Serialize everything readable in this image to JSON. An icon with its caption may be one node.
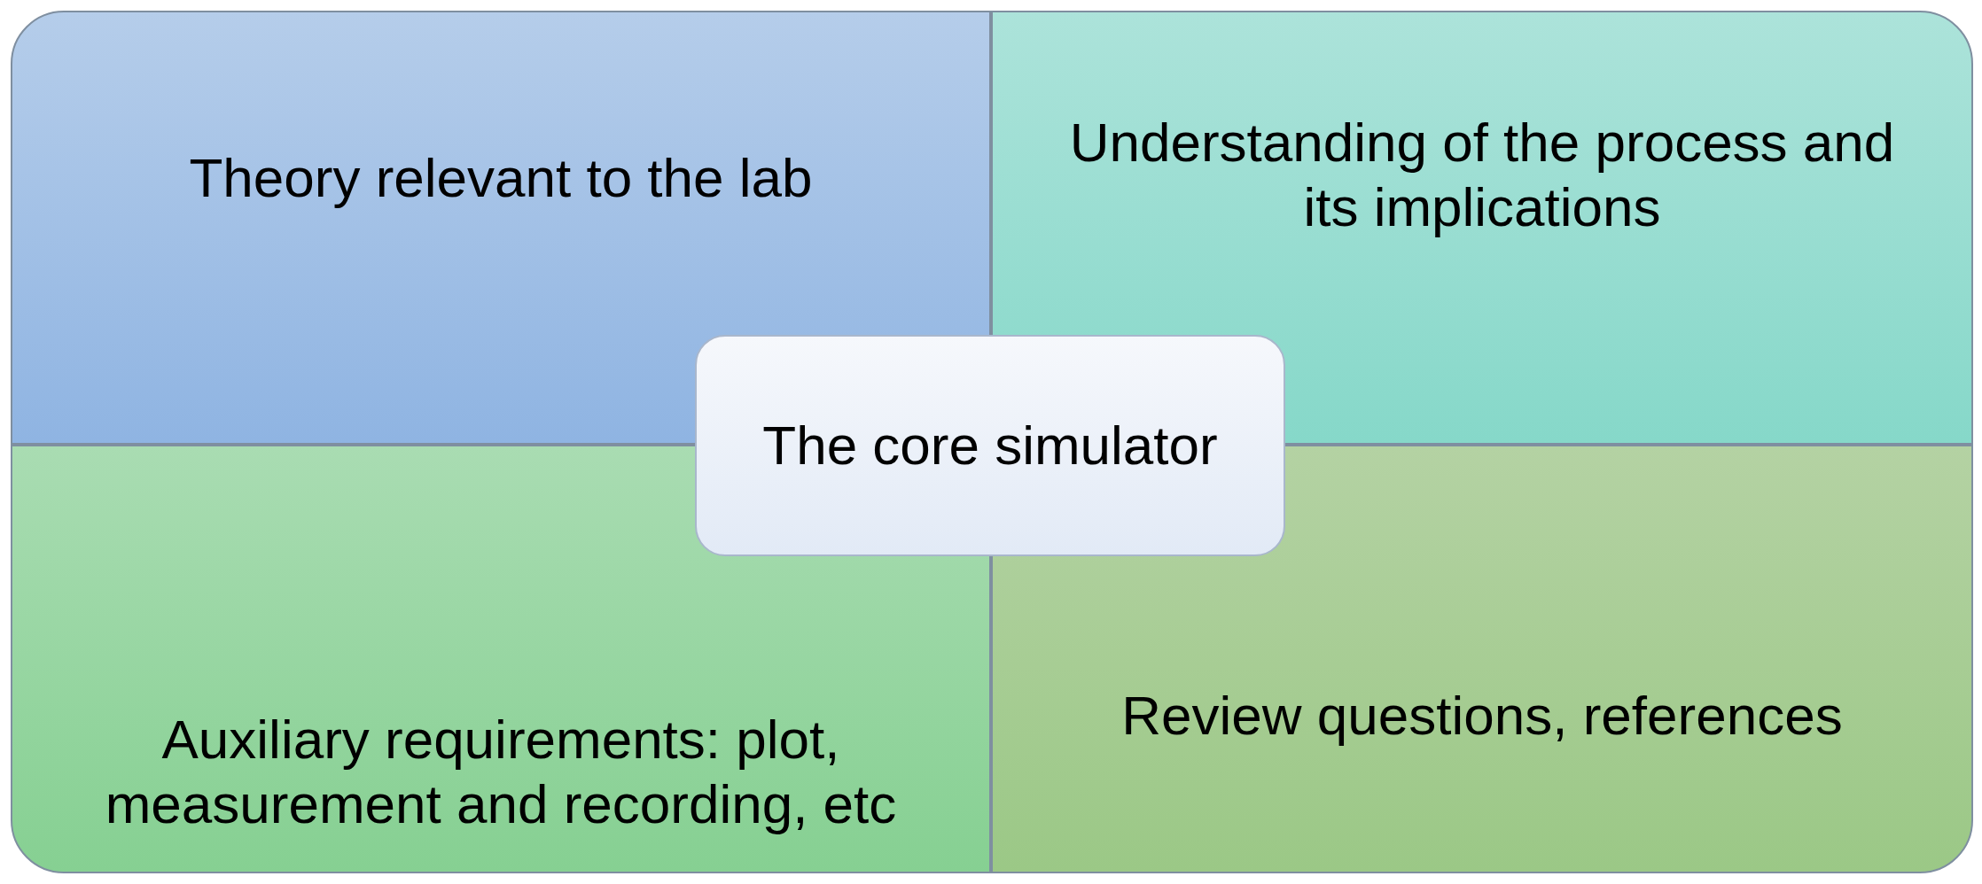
{
  "diagram": {
    "nodes": [
      {
        "text": [
          "Theory relevant to the lab"
        ]
      },
      {
        "text": [
          "Understanding of the process and its implications"
        ]
      },
      {
        "text": [
          "Auxiliary requirements: plot, measurement and recording, etc"
        ]
      },
      {
        "text": [
          "Review questions, references"
        ]
      },
      {
        "text": [
          "The core simulator"
        ]
      }
    ]
  }
}
